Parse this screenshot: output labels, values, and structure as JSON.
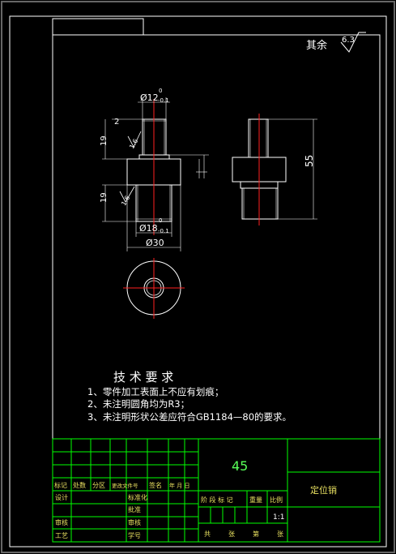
{
  "roughness": {
    "prefix": "其余",
    "value": "6.3"
  },
  "dims": {
    "d_top": "Ø12",
    "d_top_tol_up": "0",
    "d_top_tol_low": "-0.1",
    "chamfer_top": "2",
    "h_top": "19",
    "rough_top": "1.6",
    "h_bottom": "19",
    "rough_bottom": "1.6",
    "d_bottom": "Ø18",
    "d_bottom_tol_up": "0",
    "d_bottom_tol_low": "-0.1",
    "d_flange": "Ø30",
    "h_total": "55"
  },
  "tech_req": {
    "title": "技 术 要 求",
    "items": [
      "1、零件加工表面上不应有划痕；",
      "2、未注明圆角均为R3；",
      "3、未注明形状公差应符合GB1184—80的要求。"
    ]
  },
  "title_block": {
    "material": "45",
    "part_name": "定位销",
    "scale": "1:1",
    "rev_headers": [
      "标记",
      "处数",
      "分区",
      "更改文件号",
      "签名",
      "年 月 日"
    ],
    "left_labels": [
      "设计",
      "审核",
      "工艺"
    ],
    "mid_labels": [
      "标准化",
      "批准",
      "审核",
      "学号",
      "批准"
    ],
    "stage_labels": [
      "阶 段 标 记",
      "重量",
      "比例"
    ],
    "sheet_labels": [
      "共",
      "张",
      "第",
      "张"
    ]
  },
  "colors": {
    "background": "#000000",
    "line": "#ffffff",
    "centerline": "#ff2020",
    "frame": "#00ff00",
    "title_text": "#e8e060"
  }
}
